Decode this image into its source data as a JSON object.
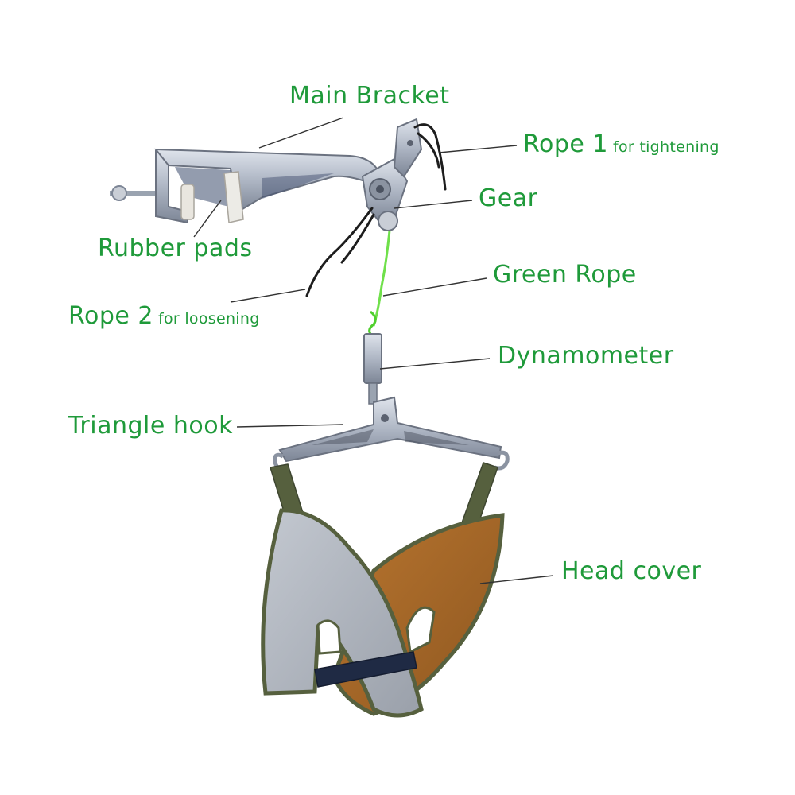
{
  "labels": {
    "main_bracket": "Main Bracket",
    "rope1": "Rope 1",
    "rope1_sub": "for tightening",
    "gear": "Gear",
    "rubber_pads": "Rubber pads",
    "green_rope": "Green Rope",
    "rope2": "Rope 2",
    "rope2_sub": "for loosening",
    "dynamometer": "Dynamometer",
    "triangle_hook": "Triangle hook",
    "head_cover": "Head cover"
  },
  "colors": {
    "label_text": "#1f9a3a",
    "leader_line": "#333333",
    "metal": "#aeb6c4",
    "strap": "#56603e",
    "fabric_gray": "#a9afb9",
    "fabric_brown": "#a7682a",
    "green_rope": "#6fe04a"
  }
}
